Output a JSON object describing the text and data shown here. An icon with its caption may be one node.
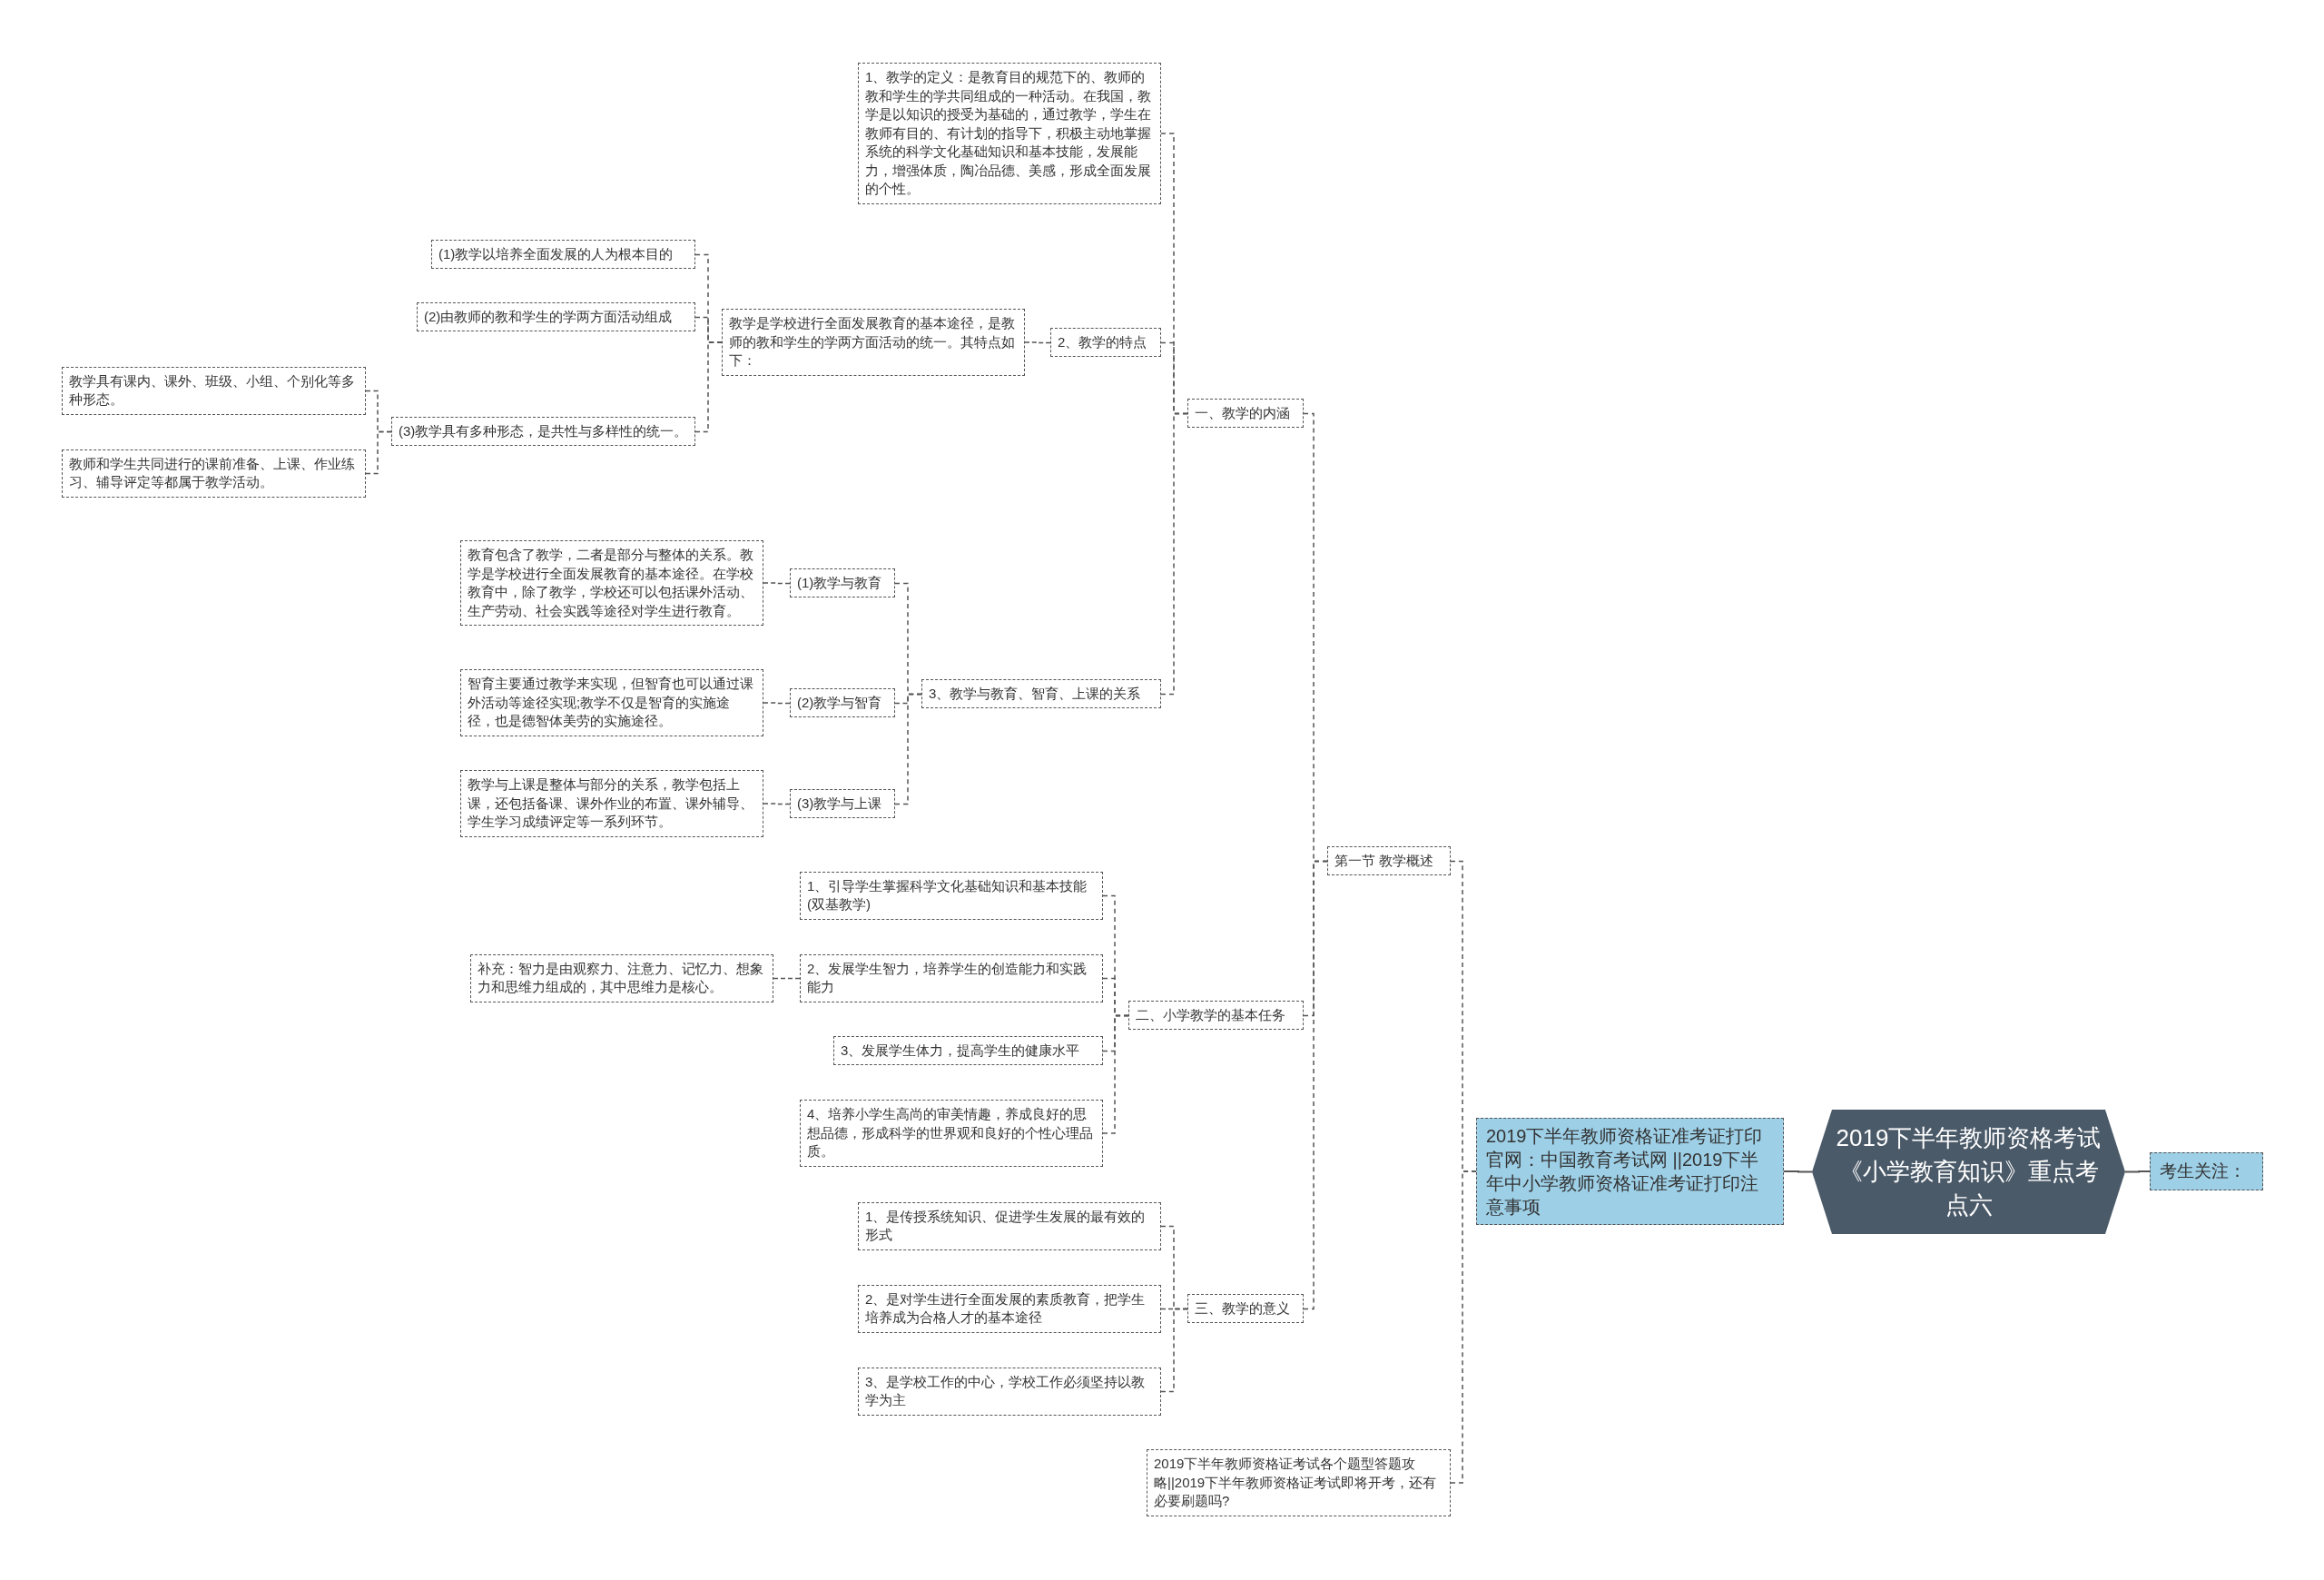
{
  "diagram": {
    "nodes": [
      {
        "text": [
          "2019下半年教师资格考试《小学教育知识》重点考点六"
        ]
      },
      {
        "text": [
          "考生关注："
        ]
      },
      {
        "text": [
          "2019下半年教师资格证准考证打印官网：中国教育考试网 ||2019下半年中小学教师资格证准考证打印注意事项"
        ]
      },
      {
        "text": [
          "第一节 教学概述"
        ]
      },
      {
        "text": [
          "2019下半年教师资格证考试各个题型答题攻略||2019下半年教师资格证考试即将开考，还有必要刷题吗?"
        ]
      },
      {
        "text": [
          "一、教学的内涵"
        ]
      },
      {
        "text": [
          "1、教学的定义：是教育目的规范下的、教师的教和学生的学共同组成的一种活动。在我国，教学是以知识的授受为基础的，通过教学，学生在教师有目的、有计划的指导下，积极主动地掌握系统的科学文化基础知识和基本技能，发展能力，增强体质，陶冶品德、美感，形成全面发展的个性。"
        ]
      },
      {
        "text": [
          "2、教学的特点"
        ]
      },
      {
        "text": [
          "教学是学校进行全面发展教育的基本途径，是教师的教和学生的学两方面活动的统一。其特点如下："
        ]
      },
      {
        "text": [
          "(1)教学以培养全面发展的人为根本目的"
        ]
      },
      {
        "text": [
          "(2)由教师的教和学生的学两方面活动组成"
        ]
      },
      {
        "text": [
          "(3)教学具有多种形态，是共性与多样性的统一。"
        ]
      },
      {
        "text": [
          "教学具有课内、课外、班级、小组、个别化等多种形态。"
        ]
      },
      {
        "text": [
          "教师和学生共同进行的课前准备、上课、作业练习、辅导评定等都属于教学活动。"
        ]
      },
      {
        "text": [
          "3、教学与教育、智育、上课的关系"
        ]
      },
      {
        "text": [
          "(1)教学与教育"
        ]
      },
      {
        "text": [
          "(2)教学与智育"
        ]
      },
      {
        "text": [
          "(3)教学与上课"
        ]
      },
      {
        "text": [
          "教育包含了教学，二者是部分与整体的关系。教学是学校进行全面发展教育的基本途径。在学校教育中，除了教学，学校还可以包括课外活动、生产劳动、社会实践等途径对学生进行教育。"
        ]
      },
      {
        "text": [
          "智育主要通过教学来实现，但智育也可以通过课外活动等途径实现;教学不仅是智育的实施途径，也是德智体美劳的实施途径。"
        ]
      },
      {
        "text": [
          "教学与上课是整体与部分的关系，教学包括上课，还包括备课、课外作业的布置、课外辅导、学生学习成绩评定等一系列环节。"
        ]
      },
      {
        "text": [
          "二、小学教学的基本任务"
        ]
      },
      {
        "text": [
          "1、引导学生掌握科学文化基础知识和基本技能(双基教学)"
        ]
      },
      {
        "text": [
          "2、发展学生智力，培养学生的创造能力和实践能力"
        ]
      },
      {
        "text": [
          "补充：智力是由观察力、注意力、记忆力、想象力和思维力组成的，其中思维力是核心。"
        ]
      },
      {
        "text": [
          "3、发展学生体力，提高学生的健康水平"
        ]
      },
      {
        "text": [
          "4、培养小学生高尚的审美情趣，养成良好的思想品德，形成科学的世界观和良好的个性心理品质。"
        ]
      },
      {
        "text": [
          "三、教学的意义"
        ]
      },
      {
        "text": [
          "1、是传授系统知识、促进学生发展的最有效的形式"
        ]
      },
      {
        "text": [
          "2、是对学生进行全面发展的素质教育，把学生培养成为合格人才的基本途径"
        ]
      },
      {
        "text": [
          "3、是学校工作的中心，学校工作必须坚持以教学为主"
        ]
      }
    ],
    "edges": [
      {
        "from": 0,
        "to": 1,
        "arrow": "none"
      },
      {
        "from": 0,
        "to": 2,
        "arrow": "none"
      },
      {
        "from": 2,
        "to": 3,
        "arrow": "none",
        "style": "dashed"
      },
      {
        "from": 2,
        "to": 4,
        "arrow": "none",
        "style": "dashed"
      },
      {
        "from": 3,
        "to": 5,
        "arrow": "none",
        "style": "dashed"
      },
      {
        "from": 3,
        "to": 21,
        "arrow": "none",
        "style": "dashed"
      },
      {
        "from": 3,
        "to": 27,
        "arrow": "none",
        "style": "dashed"
      },
      {
        "from": 5,
        "to": 6,
        "arrow": "none",
        "style": "dashed"
      },
      {
        "from": 5,
        "to": 7,
        "arrow": "none",
        "style": "dashed"
      },
      {
        "from": 5,
        "to": 14,
        "arrow": "none",
        "style": "dashed"
      },
      {
        "from": 7,
        "to": 8,
        "arrow": "none",
        "style": "dashed"
      },
      {
        "from": 8,
        "to": 9,
        "arrow": "none",
        "style": "dashed"
      },
      {
        "from": 8,
        "to": 10,
        "arrow": "none",
        "style": "dashed"
      },
      {
        "from": 8,
        "to": 11,
        "arrow": "none",
        "style": "dashed"
      },
      {
        "from": 11,
        "to": 12,
        "arrow": "none",
        "style": "dashed"
      },
      {
        "from": 11,
        "to": 13,
        "arrow": "none",
        "style": "dashed"
      },
      {
        "from": 14,
        "to": 15,
        "arrow": "none",
        "style": "dashed"
      },
      {
        "from": 14,
        "to": 16,
        "arrow": "none",
        "style": "dashed"
      },
      {
        "from": 14,
        "to": 17,
        "arrow": "none",
        "style": "dashed"
      },
      {
        "from": 15,
        "to": 18,
        "arrow": "none",
        "style": "dashed"
      },
      {
        "from": 16,
        "to": 19,
        "arrow": "none",
        "style": "dashed"
      },
      {
        "from": 17,
        "to": 20,
        "arrow": "none",
        "style": "dashed"
      },
      {
        "from": 21,
        "to": 22,
        "arrow": "none",
        "style": "dashed"
      },
      {
        "from": 21,
        "to": 23,
        "arrow": "none",
        "style": "dashed"
      },
      {
        "from": 21,
        "to": 25,
        "arrow": "none",
        "style": "dashed"
      },
      {
        "from": 21,
        "to": 26,
        "arrow": "none",
        "style": "dashed"
      },
      {
        "from": 23,
        "to": 24,
        "arrow": "none",
        "style": "dashed"
      },
      {
        "from": 27,
        "to": 28,
        "arrow": "none",
        "style": "dashed"
      },
      {
        "from": 27,
        "to": 29,
        "arrow": "none",
        "style": "dashed"
      },
      {
        "from": 27,
        "to": 30,
        "arrow": "none",
        "style": "dashed"
      }
    ]
  }
}
